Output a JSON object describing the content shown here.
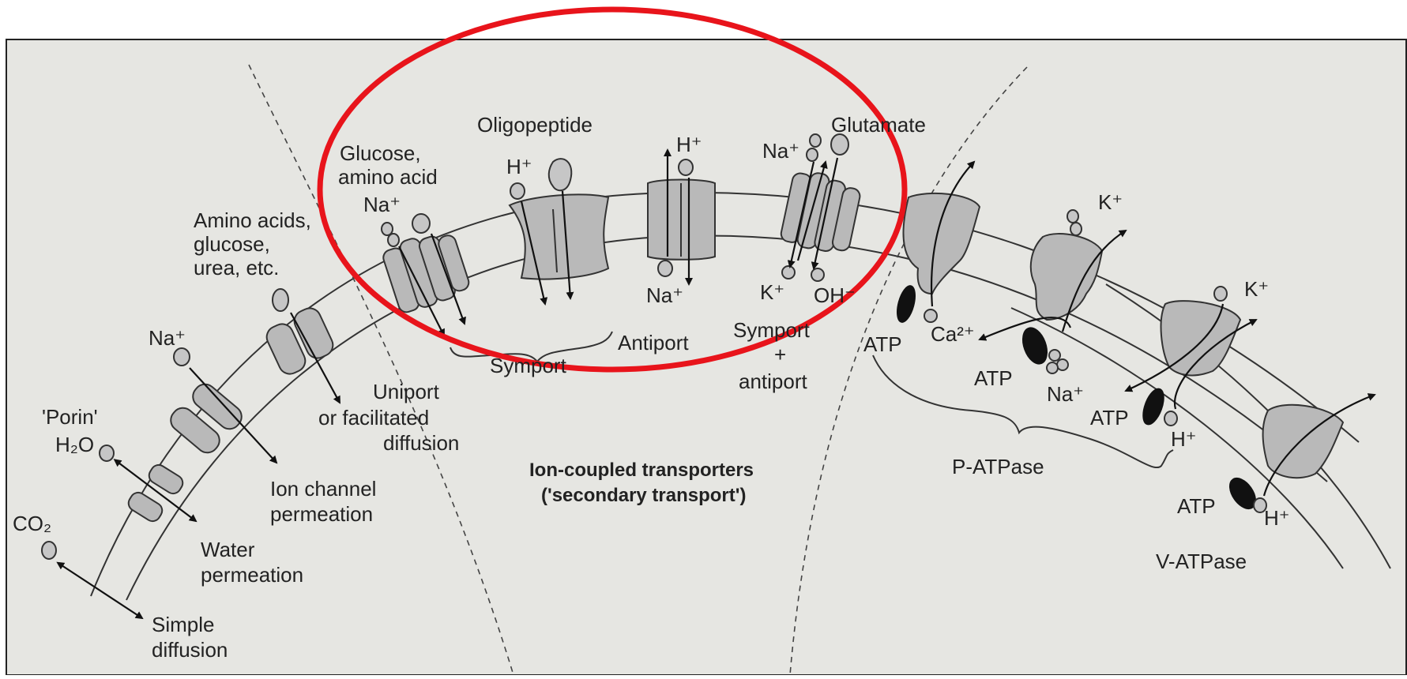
{
  "labels": {
    "glucose_amino": "Glucose,",
    "glucose_amino2": "amino acid",
    "oligopeptide": "Oligopeptide",
    "glutamate": "Glutamate",
    "amino_acids": "Amino acids,",
    "amino_acids2": "glucose,",
    "amino_acids3": "urea, etc.",
    "na_1": "Na⁺",
    "na_2": "Na⁺",
    "na_3": "Na⁺",
    "na_4": "Na⁺",
    "na_5": "Na⁺",
    "h_1": "H⁺",
    "h_2": "H⁺",
    "h_3": "H⁺",
    "h_4": "H⁺",
    "k_1": "K⁺",
    "k_2": "K⁺",
    "k_3": "K⁺",
    "oh": "OH⁻",
    "ca": "Ca²⁺",
    "atp_1": "ATP",
    "atp_2": "ATP",
    "atp_3": "ATP",
    "atp_4": "ATP",
    "porin": "'Porin'",
    "h2o": "H₂O",
    "co2": "CO₂",
    "symport": "Symport",
    "antiport": "Antiport",
    "symport_antiport1": "Symport",
    "symport_antiport2": "+",
    "symport_antiport3": "antiport",
    "uniport1": "Uniport",
    "uniport2": "or facilitated",
    "uniport3": "diffusion",
    "ion_channel1": "Ion channel",
    "ion_channel2": "permeation",
    "water1": "Water",
    "water2": "permeation",
    "simple1": "Simple",
    "simple2": "diffusion",
    "ion_coupled1": "Ion-coupled transporters",
    "ion_coupled2": "('secondary transport')",
    "p_atpase": "P-ATPase",
    "v_atpase": "V-ATPase"
  },
  "colors": {
    "panel": "#e6e6e2",
    "highlight_ellipse": "#e8141b",
    "protein": "#b9b9b9"
  }
}
